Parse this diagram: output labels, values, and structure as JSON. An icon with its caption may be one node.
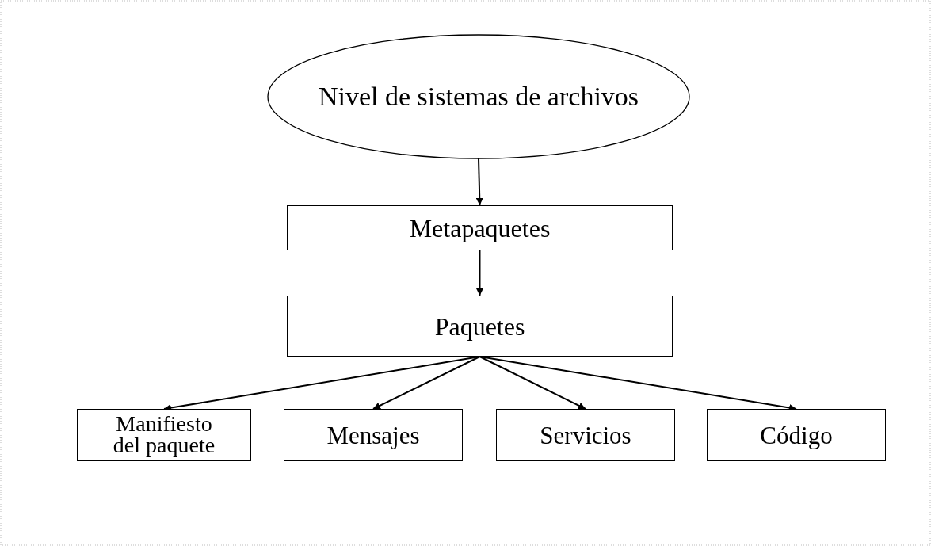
{
  "diagram": {
    "nodes": [
      {
        "text": [
          "Nivel de sistemas de archivos"
        ]
      },
      {
        "text": [
          "Metapaquetes"
        ]
      },
      {
        "text": [
          "Paquetes"
        ]
      },
      {
        "text": [
          "Manifiesto del paquete"
        ]
      },
      {
        "text": [
          "Mensajes"
        ]
      },
      {
        "text": [
          "Servicios"
        ]
      },
      {
        "text": [
          "Código"
        ]
      }
    ],
    "edges": [
      {
        "from": 0,
        "to": 1,
        "arrow": "to"
      },
      {
        "from": 1,
        "to": 2,
        "arrow": "to"
      },
      {
        "from": 2,
        "to": 3,
        "arrow": "to"
      },
      {
        "from": 2,
        "to": 4,
        "arrow": "to"
      },
      {
        "from": 2,
        "to": 5,
        "arrow": "to"
      },
      {
        "from": 2,
        "to": 6,
        "arrow": "to"
      }
    ]
  }
}
